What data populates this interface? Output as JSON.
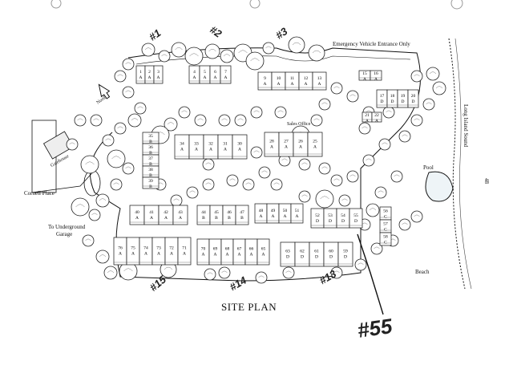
{
  "title": "SITE PLAN",
  "labels": {
    "emergency": "Emergency Vehicle Entrance Only",
    "north": "North",
    "sales_office": "Sales Office",
    "gatehouse": "Gatehouse",
    "cornell_place": "Cornell Place",
    "to_underground": "To Underground",
    "garage": "Garage",
    "pool": "Pool",
    "beach": "Beach",
    "long_island_sound": "Long Island Sound",
    "page_number": "48"
  },
  "building_numbers": [
    "#1",
    "#2",
    "#3",
    "#14",
    "#15",
    "#13"
  ],
  "annotation": "#55",
  "units": {
    "b1": [
      "1",
      "2",
      "3"
    ],
    "b2": [
      "4",
      "5",
      "6",
      "7"
    ],
    "b3": [
      "9",
      "10",
      "11",
      "12",
      "13"
    ],
    "right_top": [
      "15",
      "16"
    ],
    "right_mid": [
      "17",
      "18",
      "19",
      "20"
    ],
    "right_low": [
      "21",
      "22"
    ],
    "west_col": [
      "35",
      "36",
      "37",
      "38",
      "39"
    ],
    "row_a": [
      "34",
      "33",
      "32",
      "31",
      "30"
    ],
    "row_b": [
      "28",
      "27",
      "26",
      "25"
    ],
    "row_c": [
      "40",
      "41",
      "42",
      "43"
    ],
    "row_d": [
      "44",
      "45",
      "46",
      "47"
    ],
    "row_e": [
      "48",
      "49",
      "50",
      "51"
    ],
    "row_f": [
      "52",
      "53",
      "54",
      "55"
    ],
    "row_g": [
      "56",
      "57",
      "58"
    ],
    "row_h": [
      "76",
      "75",
      "74",
      "73",
      "72",
      "71"
    ],
    "row_i": [
      "70",
      "69",
      "68",
      "67",
      "66",
      "65"
    ],
    "row_j": [
      "63",
      "62",
      "61",
      "60",
      "59"
    ]
  },
  "unit_types": {
    "a": "A",
    "b": "B",
    "c": "C",
    "d": "D"
  },
  "colors": {
    "ink": "#111111",
    "paper": "#ffffff",
    "water": "#eef4f7",
    "shade": "#555555"
  }
}
